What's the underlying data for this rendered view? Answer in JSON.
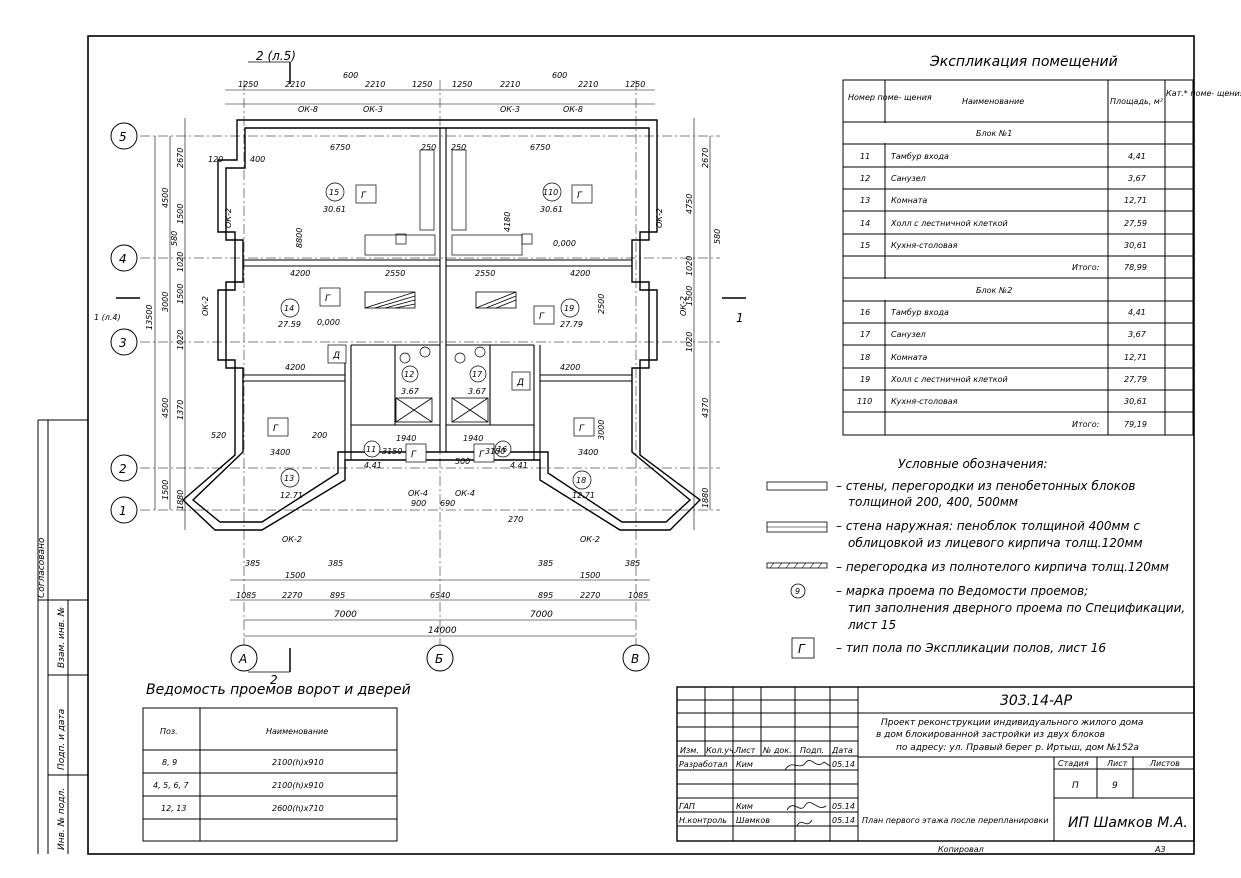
{
  "explication": {
    "title": "Экспликация помещений",
    "headers": [
      "Номер поме- щения",
      "Наименование",
      "Площадь, м²",
      "Кат.* поме- щения"
    ],
    "block1_title": "Блок №1",
    "block1_rows": [
      {
        "num": "11",
        "name": "Тамбур входа",
        "area": "4,41"
      },
      {
        "num": "12",
        "name": "Санузел",
        "area": "3,67"
      },
      {
        "num": "13",
        "name": "Комната",
        "area": "12,71"
      },
      {
        "num": "14",
        "name": "Холл с лестничной клеткой",
        "area": "27,59"
      },
      {
        "num": "15",
        "name": "Кухня-столовая",
        "area": "30,61"
      }
    ],
    "block1_total_label": "Итого:",
    "block1_total": "78,99",
    "block2_title": "Блок №2",
    "block2_rows": [
      {
        "num": "16",
        "name": "Тамбур входа",
        "area": "4,41"
      },
      {
        "num": "17",
        "name": "Санузел",
        "area": "3,67"
      },
      {
        "num": "18",
        "name": "Комната",
        "area": "12,71"
      },
      {
        "num": "19",
        "name": "Холл с лестничной клеткой",
        "area": "27,79"
      },
      {
        "num": "110",
        "name": "Кухня-столовая",
        "area": "30,61"
      }
    ],
    "block2_total_label": "Итого:",
    "block2_total": "79,19"
  },
  "legend": {
    "title": "Условные обозначения:",
    "item1_l1": "– стены, перегородки из пенобетонных блоков",
    "item1_l2": "толщиной 200, 400, 500мм",
    "item2_l1": "– стена наружная: пеноблок толщиной 400мм с",
    "item2_l2": "облицовкой из лицевого кирпича толщ.120мм",
    "item3": "– перегородка из полнотелого кирпича толщ.120мм",
    "item4_mark": "9",
    "item4_l1": "– марка проема по Ведомости проемов;",
    "item4_l2": "тип заполнения дверного проема по Спецификации,",
    "item4_l3": "лист 15",
    "item5_mark": "Г",
    "item5": "– тип пола по Экспликации полов, лист 16"
  },
  "doors": {
    "title": "Ведомость проемов ворот и дверей",
    "headers": [
      "Поз.",
      "Наименование"
    ],
    "rows": [
      {
        "pos": "8, 9",
        "name": "2100(h)x910"
      },
      {
        "pos": "4, 5, 6, 7",
        "name": "2100(h)x910"
      },
      {
        "pos": "12, 13",
        "name": "2600(h)x710"
      }
    ]
  },
  "side_stamp": {
    "agreed": "Согласовано",
    "inv_replace": "Взам. инв. №",
    "sign_date": "Подп. и дата",
    "inv_orig": "Инв. № подл."
  },
  "title_block": {
    "code": "303.14-АР",
    "project_l1": "Проект реконструкции индивидуального жилого дома",
    "project_l2": "в дом блокированной застройки из двух блоков",
    "project_l3": "по адресу: ул. Правый берег р. Иртыш, дом №152а",
    "col_izm": "Изм.",
    "col_kol": "Кол.уч.",
    "col_list": "Лист",
    "col_ndoc": "№ док.",
    "col_podp": "Подп.",
    "col_data": "Дата",
    "r1_role": "Разработал",
    "r1_name": "Ким",
    "r1_date": "05.14",
    "r2_role": "ГАП",
    "r2_name": "Ким",
    "r2_date": "05.14",
    "r3_role": "Н.контроль",
    "r3_name": "Шамков",
    "r3_date": "05.14",
    "stage_label": "Стадия",
    "sheet_label": "Лист",
    "sheets_label": "Листов",
    "stage": "П",
    "sheet": "9",
    "sheet_title": "План первого этажа после перепланировки",
    "company": "ИП Шамков М.А.",
    "copied": "Копировал",
    "format": "А3"
  },
  "plan": {
    "axes_rows": [
      "5",
      "4",
      "3",
      "2",
      "1"
    ],
    "axes_cols": [
      "А",
      "Б",
      "В"
    ],
    "section_top": "2 (л.5)",
    "section_bottom": "2",
    "section_left": "1 (л.4)",
    "section_right": "1",
    "top_dims": [
      "1250",
      "2210",
      "600",
      "2210",
      "1250",
      "1250",
      "2210",
      "600",
      "2210",
      "1250"
    ],
    "bottom_dims_1": [
      "385",
      "1500",
      "385",
      "385",
      "1500",
      "385"
    ],
    "bottom_dims_2": [
      "1085",
      "2270",
      "895",
      "6540",
      "895",
      "2270",
      "1085"
    ],
    "bottom_dims_3": [
      "7000",
      "7000"
    ],
    "bottom_total": "14000",
    "left_dims_1": [
      "2670",
      "1500",
      "580",
      "1020",
      "1500",
      "1020",
      "1370",
      "1500",
      "1880"
    ],
    "left_dims_2": [
      "4500",
      "3000",
      "4500"
    ],
    "left_total": "13500",
    "right_dims_1": [
      "2670",
      "4750",
      "580",
      "1020",
      "1500",
      "1020",
      "4370",
      "1880"
    ],
    "windows": [
      "ОК-8",
      "ОК-3",
      "ОК-3",
      "ОК-8",
      "ОК-2",
      "ОК-2",
      "ОК-2",
      "ОК-2",
      "ОК-2",
      "ОК-2",
      "ОК-4",
      "ОК-4"
    ],
    "rooms": [
      {
        "num": "15",
        "area": "30.61",
        "floor": "Г"
      },
      {
        "num": "110",
        "area": "30.61",
        "floor": "Г"
      },
      {
        "num": "14",
        "area": "27.59",
        "floor": "Г"
      },
      {
        "num": "19",
        "area": "27.79",
        "floor": "Г"
      },
      {
        "num": "13",
        "area": "12.71",
        "floor": "Г"
      },
      {
        "num": "18",
        "area": "12.71",
        "floor": "Г"
      },
      {
        "num": "12",
        "area": "3.67",
        "floor": "Д"
      },
      {
        "num": "17",
        "area": "3.67",
        "floor": "Д"
      },
      {
        "num": "11",
        "area": "4.41",
        "floor": "Г"
      },
      {
        "num": "16",
        "area": "4.41",
        "floor": "Г"
      }
    ],
    "inner_dims": [
      "6750",
      "6750",
      "250",
      "250",
      "4200",
      "2550",
      "2550",
      "4200",
      "4200",
      "4200",
      "3400",
      "3400",
      "1940",
      "1940",
      "3150",
      "3150",
      "8800",
      "4180",
      "2500",
      "3000",
      "0,000",
      "0,000",
      "400",
      "120",
      "200",
      "520",
      "900",
      "690",
      "270",
      "500"
    ]
  }
}
